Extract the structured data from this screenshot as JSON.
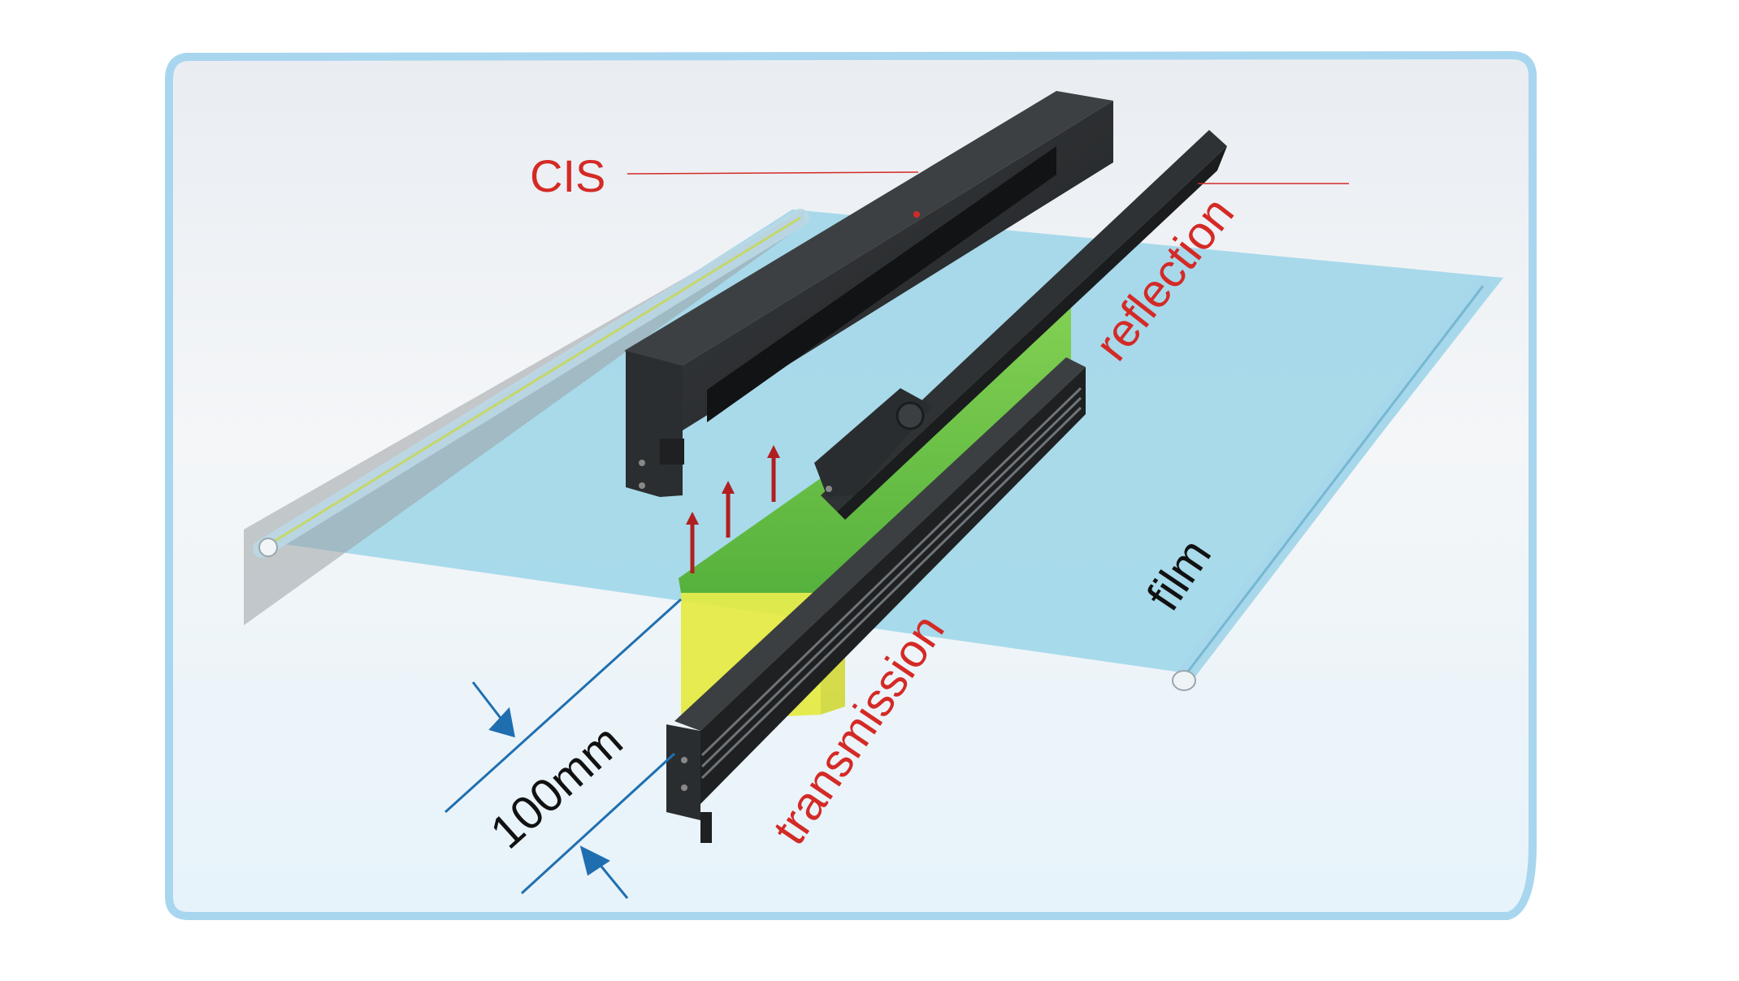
{
  "labels": {
    "cis": "CIS",
    "reflection": "reflection",
    "transmission": "transmission",
    "film": "film",
    "dimension": "100mm"
  },
  "colors": {
    "label_red": "#d42a26",
    "label_black": "#111111",
    "arrow_blue": "#1f6fb0",
    "film_blue": "#7fc8e0",
    "light_yellow": "#e4ea3c",
    "light_green": "#6cc43a",
    "housing_dark": "#2b2e30",
    "arrow_red": "#b02020"
  },
  "icons": [
    "up-arrow-icon",
    "dimension-arrow-icon"
  ]
}
